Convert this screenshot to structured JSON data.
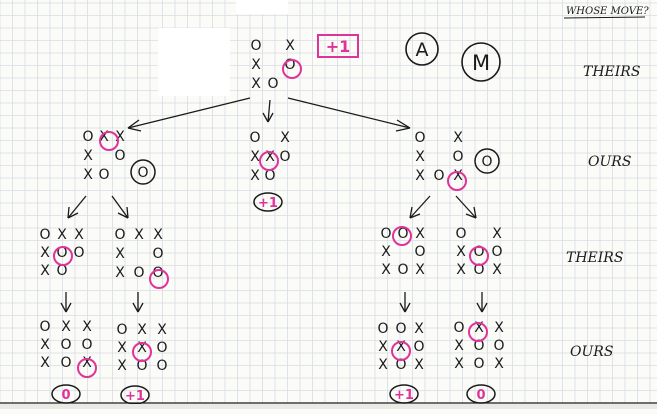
{
  "labels": {
    "whose_move": "WHOSE MOVE?",
    "row1": "THEIRS",
    "row2": "OURS",
    "row3": "THEIRS",
    "row4": "OURS",
    "circle_a": "A",
    "circle_m": "M"
  },
  "root_score": "+1",
  "boards": {
    "root": {
      "cells": [
        [
          "O",
          "",
          "X"
        ],
        [
          "X",
          "",
          "O"
        ],
        [
          "X",
          "O",
          ""
        ]
      ]
    },
    "l1": {
      "cells": [
        [
          "O",
          "X",
          "X"
        ],
        [
          "X",
          "",
          "O"
        ],
        [
          "X",
          "O",
          ""
        ]
      ],
      "corner": "O"
    },
    "m1": {
      "cells": [
        [
          "O",
          "",
          "X"
        ],
        [
          "X",
          "X",
          "O"
        ],
        [
          "X",
          "O",
          ""
        ]
      ],
      "score": "+1"
    },
    "r1": {
      "cells": [
        [
          "O",
          "",
          "X"
        ],
        [
          "X",
          "",
          "O"
        ],
        [
          "X",
          "O",
          "X"
        ]
      ],
      "corner": "O"
    },
    "l2a": {
      "cells": [
        [
          "O",
          "X",
          "X"
        ],
        [
          "X",
          "O",
          "O"
        ],
        [
          "X",
          "O",
          ""
        ]
      ]
    },
    "l2b": {
      "cells": [
        [
          "O",
          "X",
          "X"
        ],
        [
          "X",
          "",
          "O"
        ],
        [
          "X",
          "O",
          "O"
        ]
      ]
    },
    "r2a": {
      "cells": [
        [
          "O",
          "O",
          "X"
        ],
        [
          "X",
          "",
          "O"
        ],
        [
          "X",
          "O",
          "X"
        ]
      ]
    },
    "r2b": {
      "cells": [
        [
          "O",
          "",
          "X"
        ],
        [
          "X",
          "O",
          "O"
        ],
        [
          "X",
          "O",
          "X"
        ]
      ]
    },
    "l3a": {
      "cells": [
        [
          "O",
          "X",
          "X"
        ],
        [
          "X",
          "O",
          "O"
        ],
        [
          "X",
          "O",
          "X"
        ]
      ],
      "score": "0"
    },
    "l3b": {
      "cells": [
        [
          "O",
          "X",
          "X"
        ],
        [
          "X",
          "X",
          "O"
        ],
        [
          "X",
          "O",
          "O"
        ]
      ],
      "score": "+1"
    },
    "r3a": {
      "cells": [
        [
          "O",
          "O",
          "X"
        ],
        [
          "X",
          "X",
          "O"
        ],
        [
          "X",
          "O",
          "X"
        ]
      ],
      "score": "+1"
    },
    "r3b": {
      "cells": [
        [
          "O",
          "X",
          "X"
        ],
        [
          "X",
          "O",
          "O"
        ],
        [
          "X",
          "O",
          "X"
        ]
      ],
      "score": "0"
    }
  },
  "colors": {
    "ink": "#1a1a1a",
    "highlight": "#e0339a",
    "grid": "#d9dde3",
    "paper": "#fbfbf8"
  }
}
